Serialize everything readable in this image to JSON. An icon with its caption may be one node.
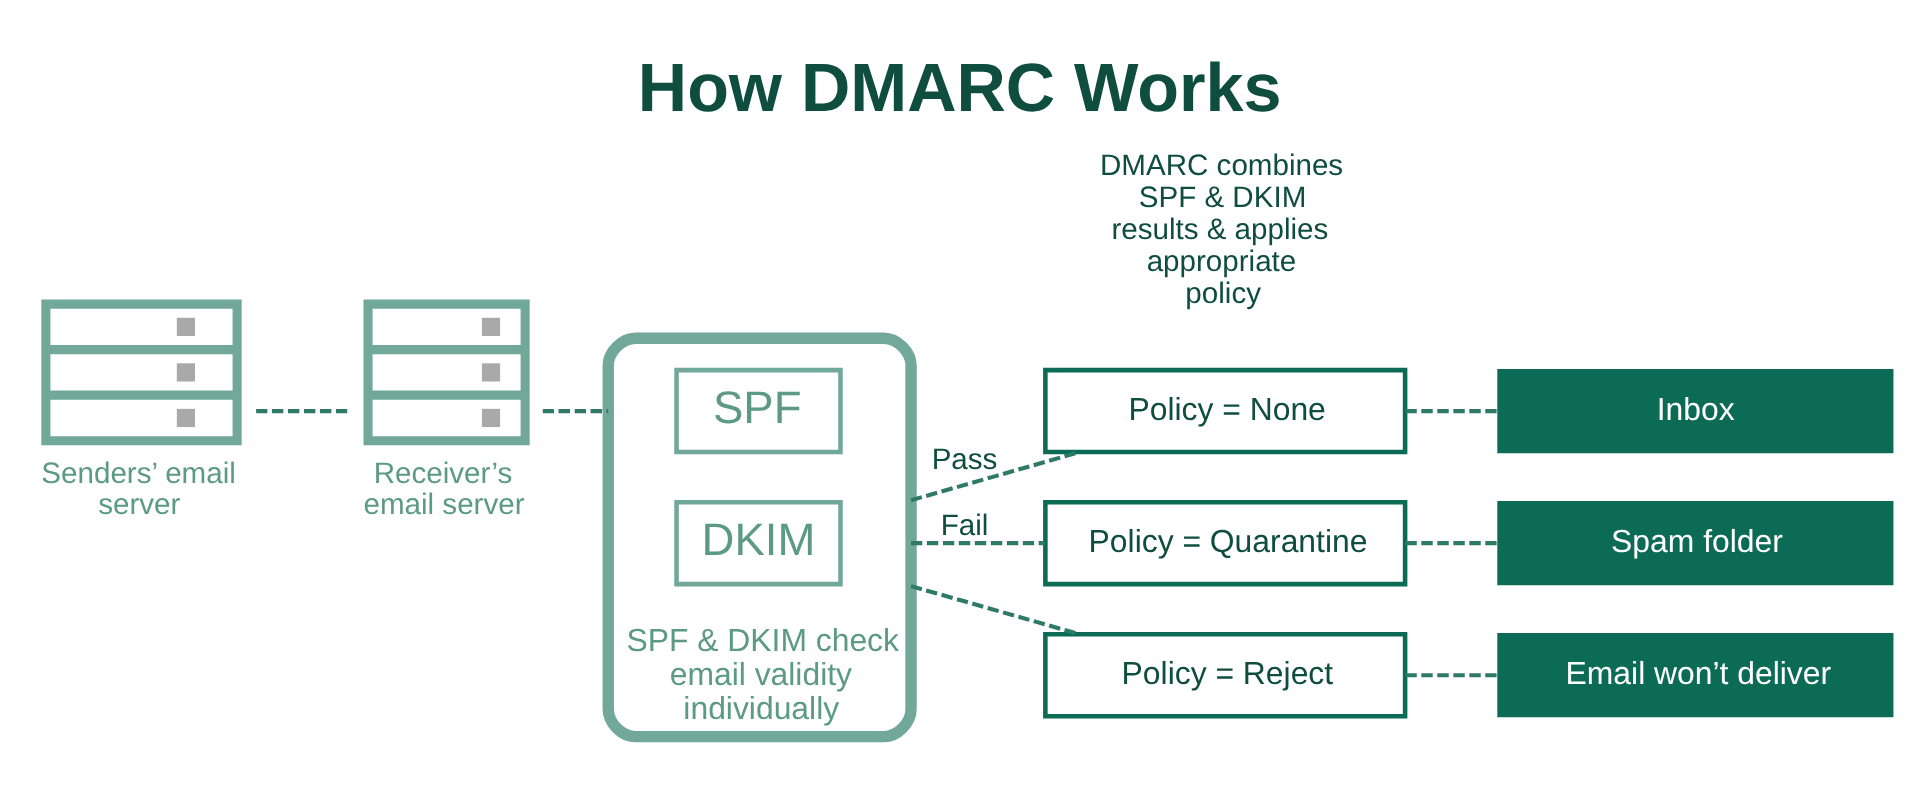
{
  "diagram": {
    "title": "How DMARC Works",
    "nodes": [
      {
        "text": [
          "Senders’ email server"
        ]
      },
      {
        "text": [
          "Receiver’s email server"
        ]
      },
      {
        "text": [
          "SPF & DKIM check email validity individually"
        ]
      },
      {
        "text": [
          "SPF"
        ],
        "in": 2
      },
      {
        "text": [
          "DKIM"
        ],
        "in": 2
      },
      {
        "text": [
          "Policy = None"
        ]
      },
      {
        "text": [
          "Policy = Quarantine"
        ]
      },
      {
        "text": [
          "Policy = Reject"
        ]
      },
      {
        "text": [
          "Inbox"
        ]
      },
      {
        "text": [
          "Spam folder"
        ]
      },
      {
        "text": [
          "Email won’t deliver"
        ]
      }
    ],
    "edges": [
      {
        "from": 0,
        "to": 1,
        "arrow": "none",
        "style": "dashed"
      },
      {
        "from": 1,
        "to": 2,
        "arrow": "none",
        "style": "dashed"
      },
      {
        "from": 2,
        "to": 5,
        "label": "Pass",
        "arrow": "none",
        "style": "dashed"
      },
      {
        "from": 2,
        "to": 6,
        "label": "Fail",
        "arrow": "none",
        "style": "dashed"
      },
      {
        "from": 2,
        "to": 7,
        "arrow": "none",
        "style": "dashed"
      },
      {
        "from": 5,
        "to": 8,
        "arrow": "none",
        "style": "dashed"
      },
      {
        "from": 6,
        "to": 9,
        "arrow": "none",
        "style": "dashed"
      },
      {
        "from": 7,
        "to": 10,
        "arrow": "none",
        "style": "dashed"
      }
    ],
    "labels": [
      "DMARC combines SPF & DKIM results & applies appropriate policy"
    ]
  }
}
